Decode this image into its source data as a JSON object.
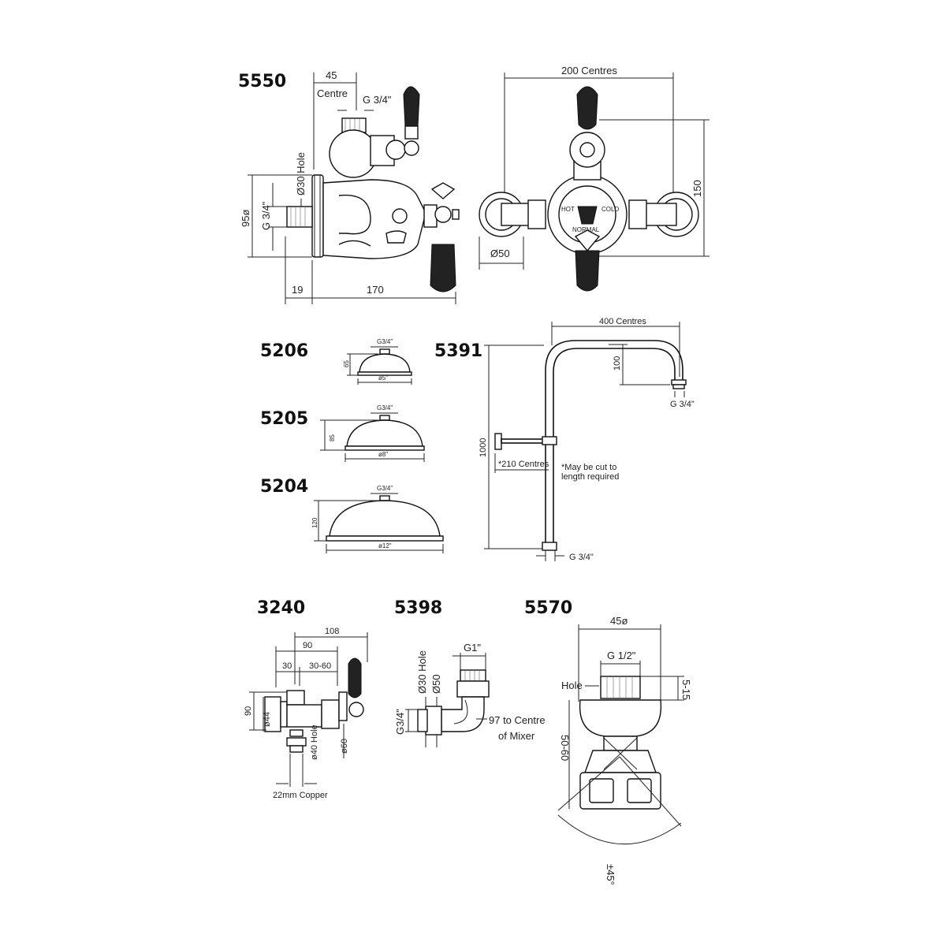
{
  "models": {
    "m5550": "5550",
    "m5206": "5206",
    "m5391": "5391",
    "m5205": "5205",
    "m5204": "5204",
    "m3240": "3240",
    "m5398": "5398",
    "m5570": "5570"
  },
  "d5550": {
    "d45": "45",
    "centre": "Centre",
    "g34": "G 3/4\"",
    "hole30": "Ø30 Hole",
    "d95": "95ø",
    "g34v": "G 3/4\"",
    "d19": "19",
    "d170": "170",
    "centres200": "200 Centres",
    "d150": "150",
    "d50": "Ø50",
    "hot": "HOT",
    "cold": "COLD",
    "normal": "NORMAL"
  },
  "d5206": {
    "g": "G3/4\"",
    "h": "65",
    "w": "ø5\""
  },
  "d5205": {
    "g": "G3/4\"",
    "h": "85",
    "w": "ø8\""
  },
  "d5204": {
    "g": "G3/4\"",
    "h": "120",
    "w": "ø12\""
  },
  "d5391": {
    "centres400": "400 Centres",
    "d100": "100",
    "g34top": "G 3/4\"",
    "d1000": "1000",
    "centres210": "*210 Centres",
    "note1": "*May be cut to",
    "note2": "length required",
    "g34bottom": "G 3/4\""
  },
  "d3240": {
    "d108": "108",
    "d90": "90",
    "d30": "30",
    "d3060": "30-60",
    "d90v": "90",
    "d44": "ø44",
    "hole40": "ø40 Hole",
    "d60": "ø60",
    "copper": "22mm Copper"
  },
  "d5398": {
    "g1": "G1\"",
    "hole30": "Ø30 Hole",
    "d50": "Ø50",
    "g34": "G3/4\"",
    "centre1": "97 to Centre",
    "centre2": "of Mixer"
  },
  "d5570": {
    "d45": "45ø",
    "g12": "G 1/2\"",
    "hole": "Hole",
    "d515": "5-15",
    "d5060": "50-60",
    "angle": "±45°"
  }
}
